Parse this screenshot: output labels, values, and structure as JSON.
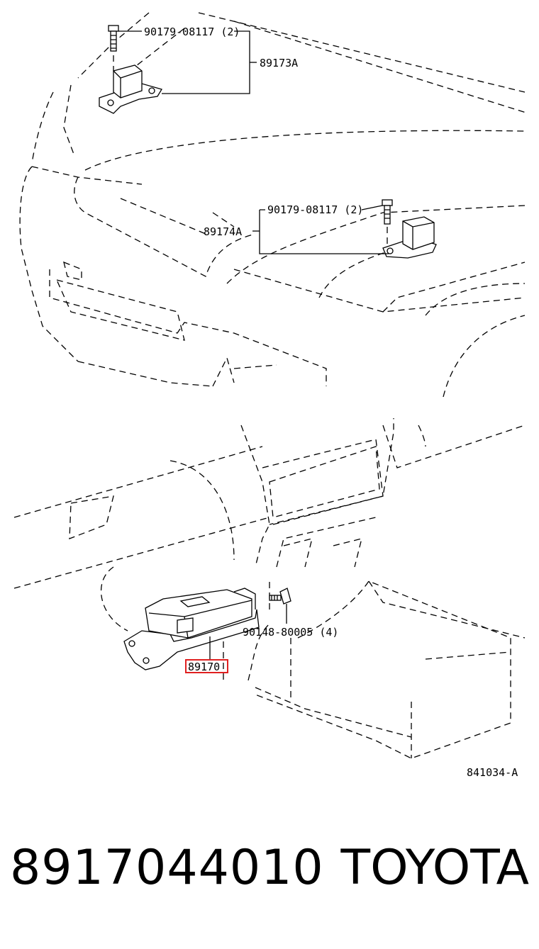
{
  "labels": {
    "bolt_top": "90179-08117 (2)",
    "sensor_top": "89173A",
    "bolt_mid": "90179-08117 (2)",
    "sensor_mid": "89174A",
    "screw_bottom": "90148-80005 (4)",
    "ecu": "89170",
    "diagram_ref": "841034-A"
  },
  "footer": {
    "part_number": "8917044010",
    "brand": "TOYOTA"
  },
  "colors": {
    "line": "#000000",
    "highlight": "#e02020"
  }
}
